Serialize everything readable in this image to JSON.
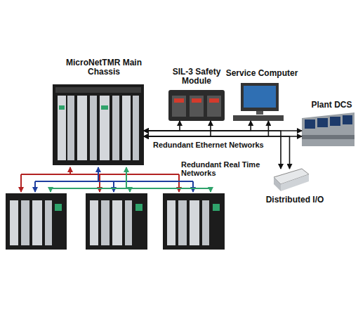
{
  "diagram": {
    "nodes": [
      {
        "text": [
          "MicroNetTMR Main Chassis"
        ]
      },
      {
        "text": [
          "SIL-3 Safety Module"
        ]
      },
      {
        "text": [
          "Service Computer"
        ]
      },
      {
        "text": [
          "Plant DCS"
        ]
      },
      {
        "text": [
          "Distributed I/O"
        ]
      }
    ],
    "edges": [
      {
        "from": 0,
        "to": 1,
        "arrow": "both"
      },
      {
        "from": 0,
        "to": 2,
        "arrow": "both"
      },
      {
        "from": 0,
        "to": 3,
        "arrow": "both"
      },
      {
        "from": 0,
        "to": 4,
        "arrow": "both"
      }
    ],
    "labels": [
      "Redundant Ethernet Networks",
      "Redundant Real Time Networks"
    ]
  }
}
